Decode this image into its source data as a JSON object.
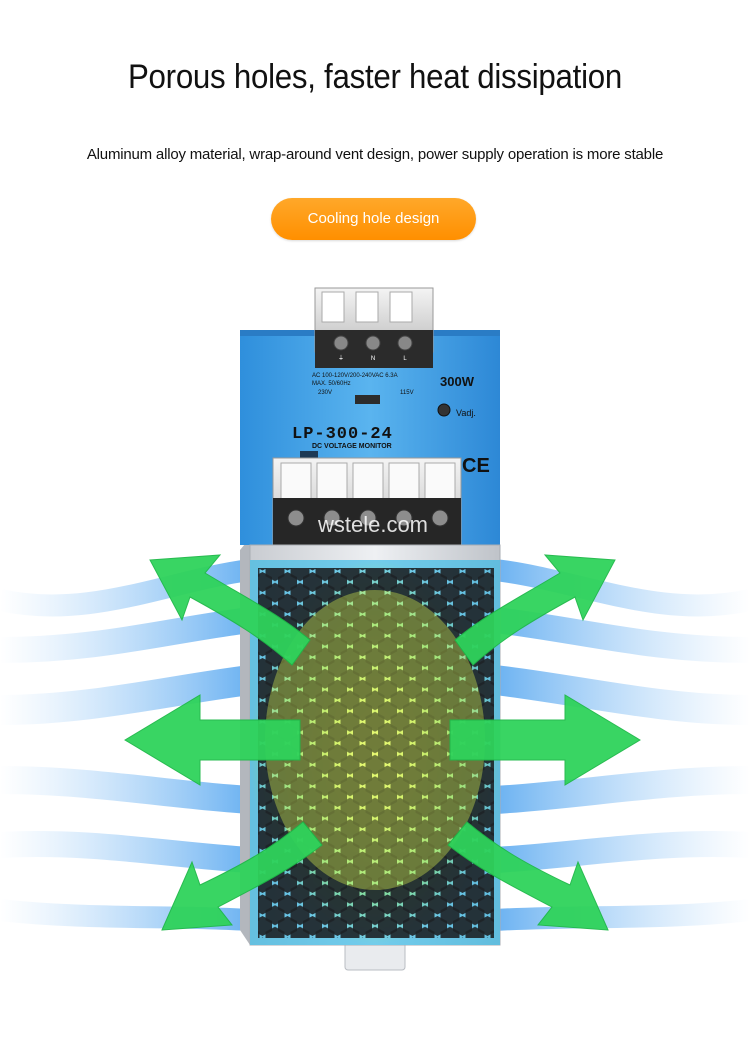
{
  "header": {
    "title": "Porous holes, faster heat dissipation",
    "subtitle": "Aluminum alloy material, wrap-around vent design, power supply operation is more stable",
    "badge_label": "Cooling hole design"
  },
  "product": {
    "wattage": "300W",
    "model": "LP-300-24",
    "monitor_label": "DC VOLTAGE MONITOR",
    "adjust_label": "Vadj.",
    "cert_mark": "CE",
    "spec_line_1": "AC 100-120V/200-240VAC 6.3A",
    "spec_line_2": "MAX. 50/60Hz",
    "switch_left": "230V",
    "switch_right": "115V",
    "watermark": "wstele.com",
    "top_terminal_symbols": [
      "⏚",
      "N",
      "L"
    ]
  },
  "colors": {
    "badge": "#ff9800",
    "label_blue": "#3ea0e6",
    "arrow_green": "#2ed35a",
    "airflow_blue": "#7fbdf5"
  }
}
